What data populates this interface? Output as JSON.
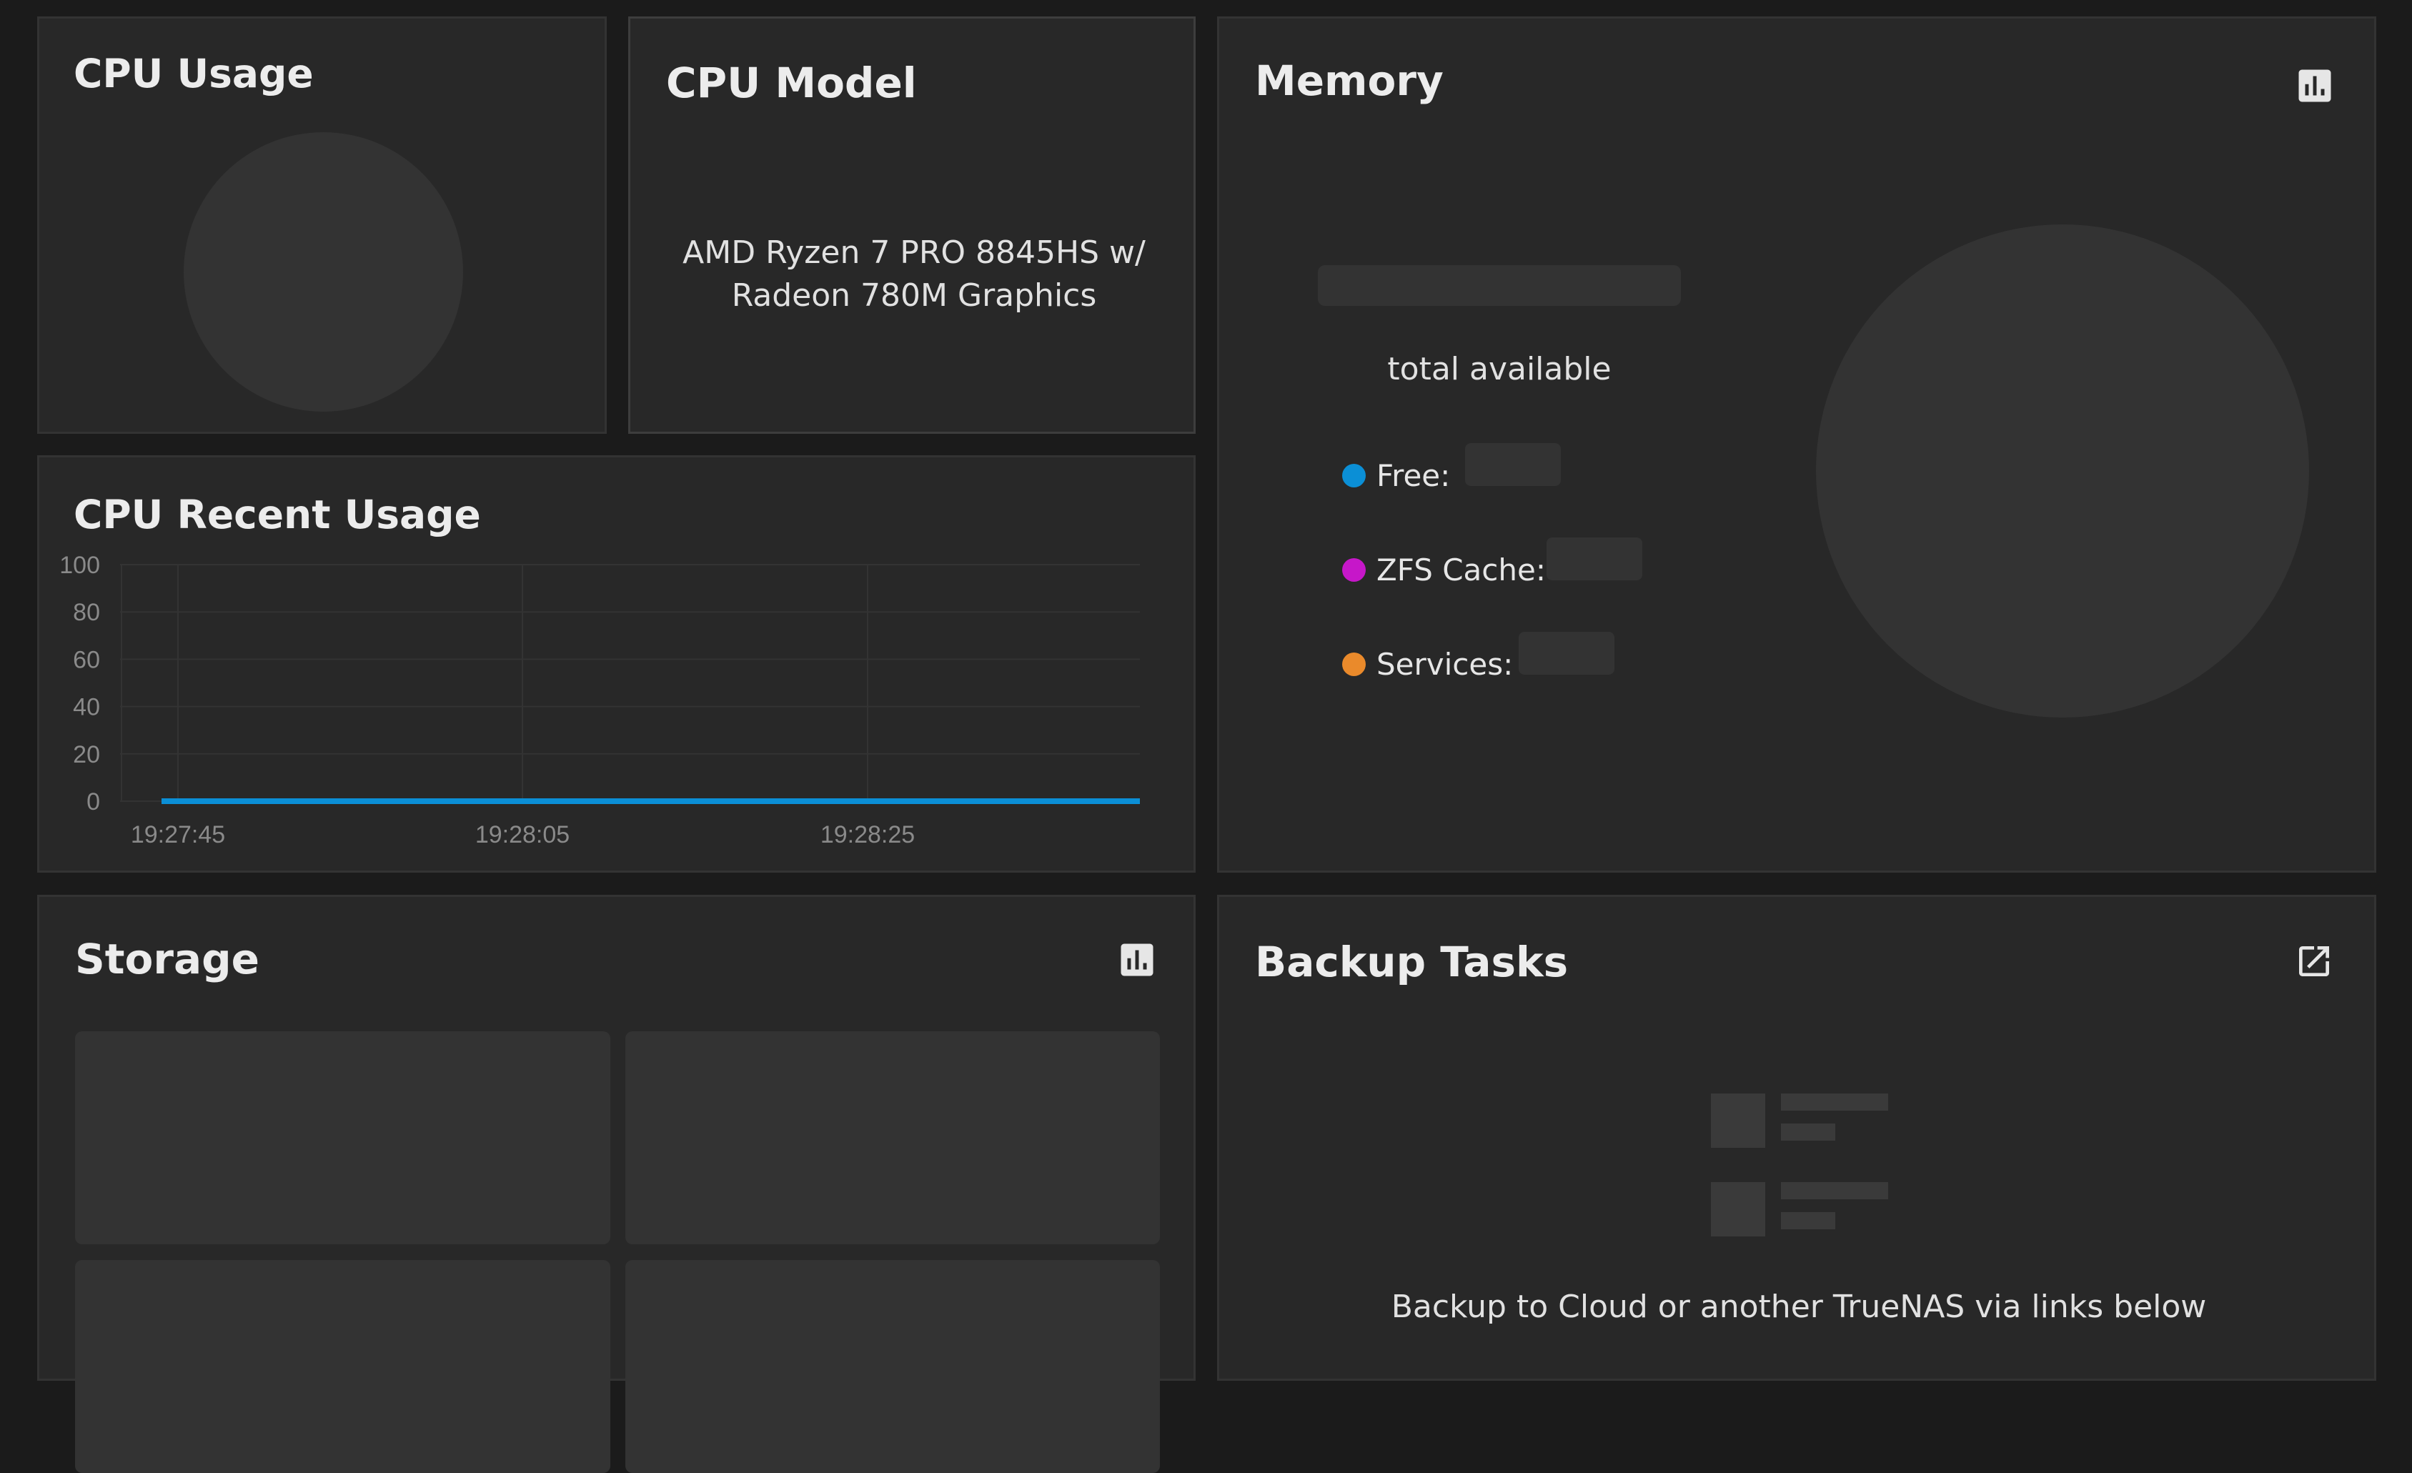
{
  "cpu_usage": {
    "title": "CPU Usage"
  },
  "cpu_model": {
    "title": "CPU Model",
    "model_line1": "AMD Ryzen 7 PRO 8845HS w/",
    "model_line2": "Radeon 780M Graphics"
  },
  "memory": {
    "title": "Memory",
    "reports_icon": "bar-chart-icon",
    "total_label": "total available",
    "legend": [
      {
        "label": "Free:",
        "color": "#0b8fd6"
      },
      {
        "label": "ZFS Cache:",
        "color": "#c617c9"
      },
      {
        "label": "Services:",
        "color": "#ea8a2b"
      }
    ]
  },
  "cpu_recent": {
    "title": "CPU Recent Usage"
  },
  "chart_data": {
    "type": "line",
    "title": "CPU Recent Usage",
    "x_tick_labels": [
      "19:27:45",
      "19:28:05",
      "19:28:25"
    ],
    "y_ticks": [
      0,
      20,
      40,
      60,
      80,
      100
    ],
    "ylim": [
      0,
      100
    ],
    "series": [
      {
        "color": "#0b8fd6",
        "values": [
          0,
          0,
          0,
          0,
          0,
          0,
          0,
          0,
          0,
          0
        ]
      }
    ],
    "grid": true
  },
  "storage": {
    "title": "Storage",
    "reports_icon": "bar-chart-icon"
  },
  "backup": {
    "title": "Backup Tasks",
    "open_icon": "open-in-new-icon",
    "empty_message": "Backup to Cloud or another TrueNAS via links below"
  }
}
